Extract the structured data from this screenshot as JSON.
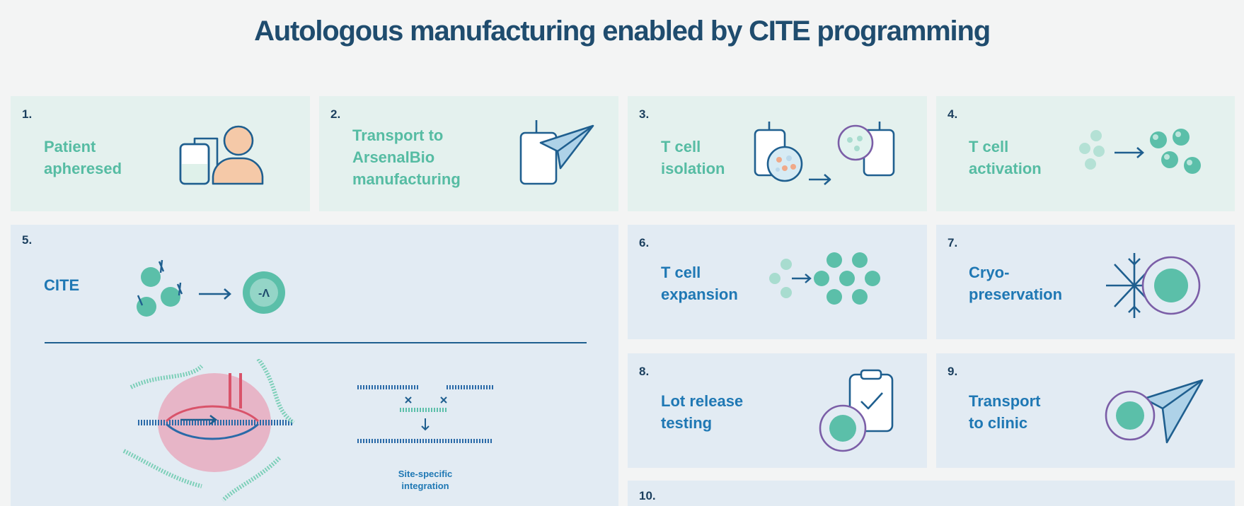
{
  "title": "Autologous manufacturing enabled by CITE programming",
  "colors": {
    "title": "#1f4c6e",
    "green_label": "#56bca3",
    "blue_label": "#1f78b4",
    "icon_stroke": "#1f5f8f",
    "cell_teal": "#5bbfa9"
  },
  "steps": [
    {
      "number": "1.",
      "label_lines": [
        "Patient",
        "apheresed"
      ],
      "icon": "blood-bag-person-icon"
    },
    {
      "number": "2.",
      "label_lines": [
        "Transport to",
        "ArsenalBio",
        "manufacturing"
      ],
      "icon": "bag-paper-plane-icon"
    },
    {
      "number": "3.",
      "label_lines": [
        "T cell",
        "isolation"
      ],
      "icon": "isolation-icon"
    },
    {
      "number": "4.",
      "label_lines": [
        "T cell",
        "activation"
      ],
      "icon": "activation-icon"
    },
    {
      "number": "5.",
      "label_lines": [
        "CITE"
      ],
      "icon": "cite-icon",
      "caption_lines": [
        "Site-specific",
        "integration"
      ]
    },
    {
      "number": "6.",
      "label_lines": [
        "T cell",
        "expansion"
      ],
      "icon": "expansion-icon"
    },
    {
      "number": "7.",
      "label_lines": [
        "Cryo-",
        "preservation"
      ],
      "icon": "snowflake-cell-icon"
    },
    {
      "number": "8.",
      "label_lines": [
        "Lot release",
        "testing"
      ],
      "icon": "clipboard-cell-icon"
    },
    {
      "number": "9.",
      "label_lines": [
        "Transport",
        "to clinic"
      ],
      "icon": "cell-paper-plane-icon"
    },
    {
      "number": "10.",
      "label_lines": [],
      "icon": ""
    }
  ]
}
